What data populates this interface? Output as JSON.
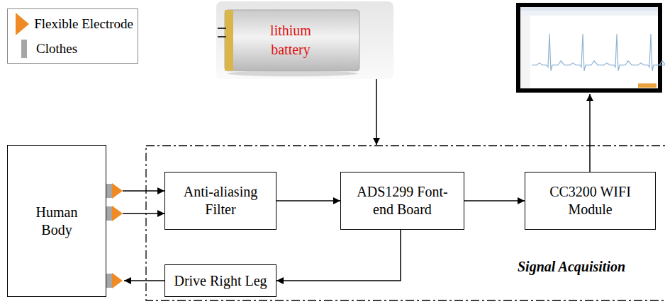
{
  "diagram": {
    "nodes": [
      {
        "text": [
          "lithium battery"
        ]
      },
      {
        "text": [
          "Human Body"
        ]
      },
      {
        "text": [
          "Signal Acquisition"
        ]
      },
      {
        "text": [
          "Anti-aliasing Filter"
        ],
        "in": 2
      },
      {
        "text": [
          "ADS1299 Font-end Board"
        ],
        "in": 2
      },
      {
        "text": [
          "CC3200 WIFI Module"
        ],
        "in": 2
      },
      {
        "text": [
          "Drive Right Leg"
        ],
        "in": 2
      }
    ],
    "edges": [
      {
        "from": 1,
        "to": 3,
        "arrow": "to"
      },
      {
        "from": 1,
        "to": 3,
        "arrow": "to"
      },
      {
        "from": 3,
        "to": 4,
        "arrow": "to"
      },
      {
        "from": 4,
        "to": 5,
        "arrow": "to"
      },
      {
        "from": 4,
        "to": 6,
        "arrow": "to"
      },
      {
        "from": 6,
        "to": 1,
        "arrow": "to"
      },
      {
        "from": 0,
        "to": 2,
        "arrow": "to"
      }
    ],
    "legend": [
      {
        "text": "Flexible Electrode"
      },
      {
        "text": "Clothes",
        "color": "#a6a6a6"
      }
    ]
  }
}
